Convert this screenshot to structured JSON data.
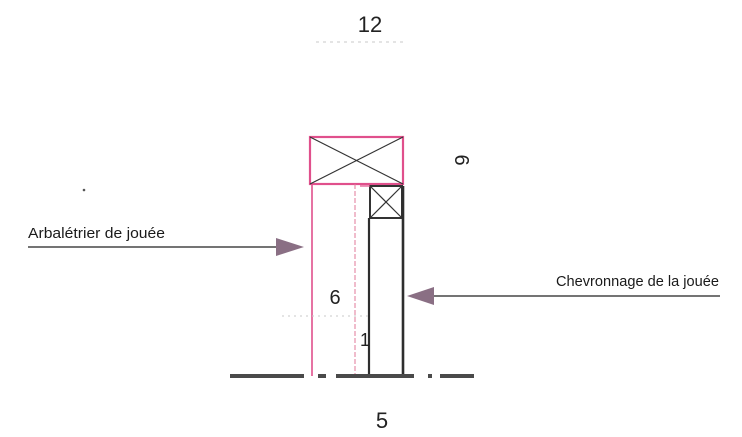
{
  "dimensions": {
    "top": "12",
    "right_rotated": "6",
    "inner_height": "6",
    "inner_small": "1",
    "bottom": "5"
  },
  "labels": {
    "left": "Arbalétrier de jouée",
    "right": "Chevronnage de la jouée"
  },
  "colors": {
    "pink": "#e0508c",
    "dark": "#3a3a3a",
    "arrow": "#8a6f84",
    "ground": "#4a4a4a"
  }
}
